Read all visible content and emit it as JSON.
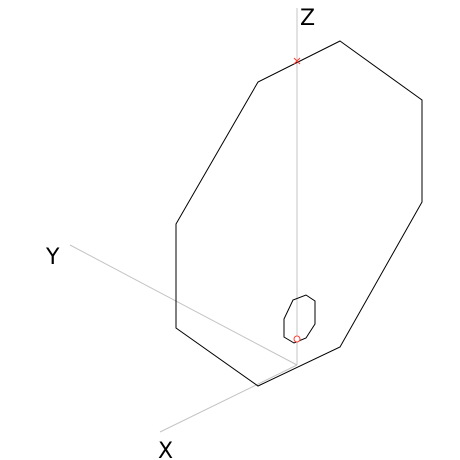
{
  "axes": {
    "z_label": "Z",
    "y_label": "Y",
    "x_label": "X"
  },
  "colors": {
    "background": "#ffffff",
    "axis": "#c4c4c4",
    "geometry": "#000000",
    "marker": "#ff3b30"
  }
}
